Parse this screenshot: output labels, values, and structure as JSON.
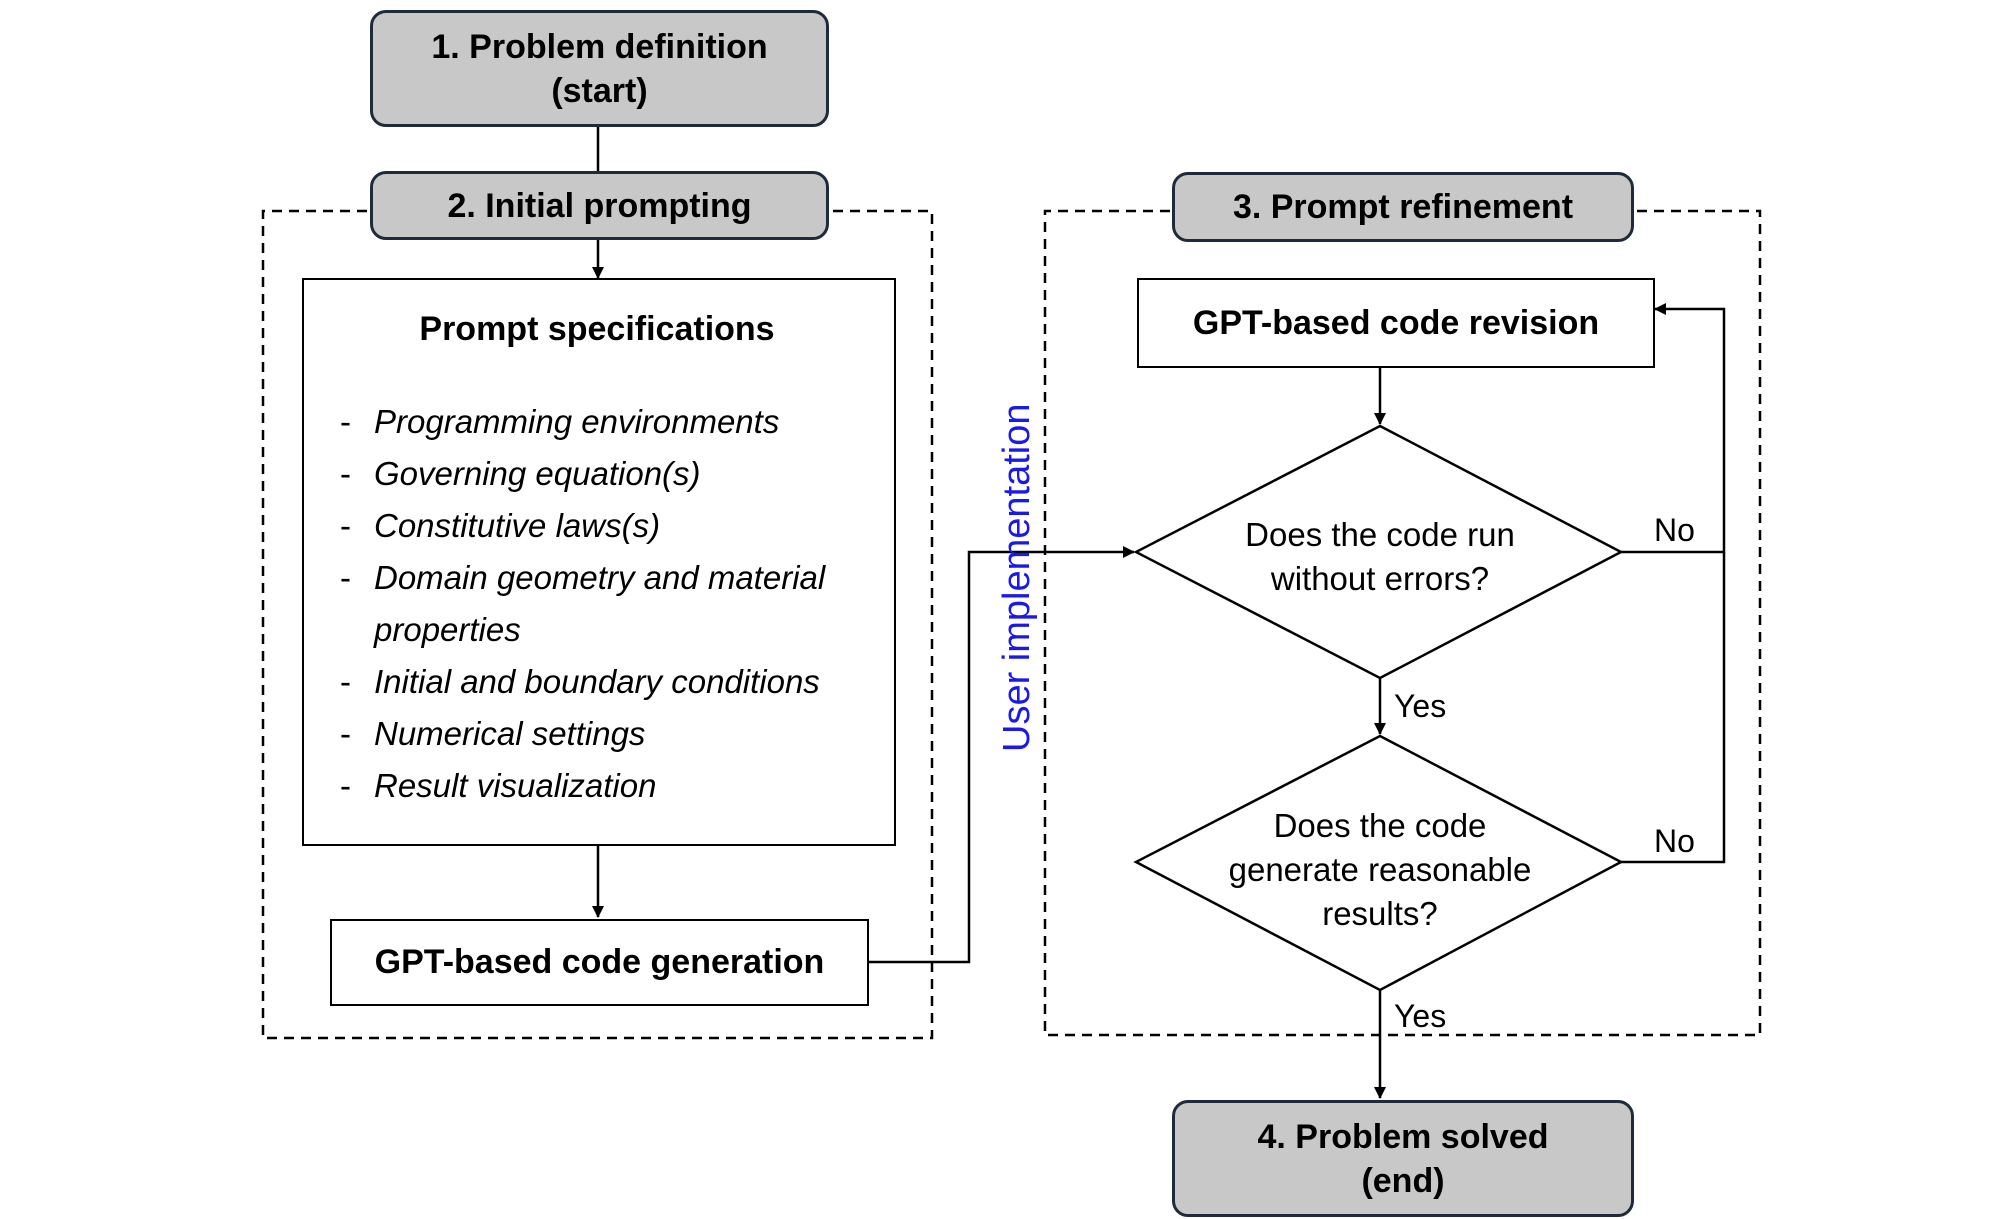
{
  "stages": {
    "start": {
      "line1": "1. Problem definition",
      "line2": "(start)"
    },
    "initial_prompting": "2. Initial prompting",
    "prompt_refinement": "3. Prompt refinement",
    "end": {
      "line1": "4. Problem solved",
      "line2": "(end)"
    }
  },
  "prompt_specs": {
    "title": "Prompt specifications",
    "items": [
      "Programming environments",
      "Governing equation(s)",
      "Constitutive laws(s)",
      "Domain geometry and material properties",
      "Initial and  boundary conditions",
      "Numerical settings",
      "Result visualization"
    ]
  },
  "code_generation": "GPT-based code generation",
  "code_revision": "GPT-based code revision",
  "decisions": {
    "runs": {
      "line1": "Does the code run",
      "line2": "without errors?"
    },
    "reasonable": {
      "line1": "Does the code",
      "line2": "generate reasonable",
      "line3": "results?"
    }
  },
  "labels": {
    "no_1": "No",
    "yes_1": "Yes",
    "no_2": "No",
    "yes_2": "Yes",
    "user_implementation": "User implementation"
  },
  "colors": {
    "stage_fill": "#c8c8c8",
    "stage_border": "#1f2b3a",
    "user_implementation_text": "#1a1ae6"
  }
}
